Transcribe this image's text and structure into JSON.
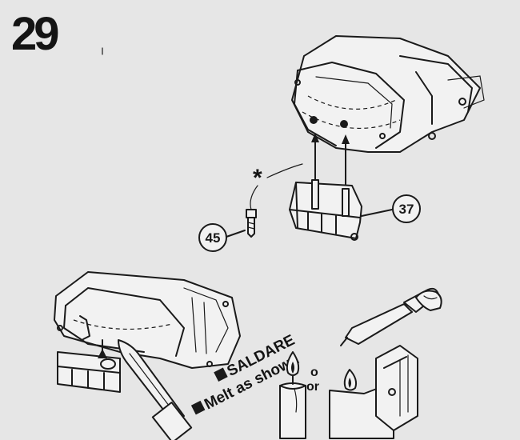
{
  "step": {
    "number": "29"
  },
  "callouts": [
    {
      "id": "part-37",
      "label": "37"
    },
    {
      "id": "part-45",
      "label": "45"
    }
  ],
  "glue_marker": "*",
  "instructions": {
    "italian": "SALDARE",
    "english": "Melt as shown"
  },
  "alternatives": {
    "or_lines": [
      "o",
      "or"
    ]
  },
  "colors": {
    "background": "#e6e6e6",
    "ink": "#1a1a1a"
  }
}
